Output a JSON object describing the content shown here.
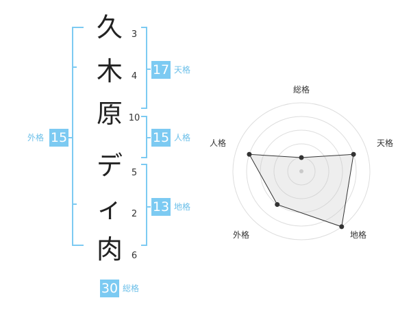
{
  "name_chars": [
    {
      "char": "久",
      "strokes": "3"
    },
    {
      "char": "木",
      "strokes": "4"
    },
    {
      "char": "原",
      "strokes": "10"
    },
    {
      "char": "デ",
      "strokes": "5"
    },
    {
      "char": "ィ",
      "strokes": "2"
    },
    {
      "char": "肉",
      "strokes": "6"
    }
  ],
  "kakusu": {
    "tenkaku": {
      "value": "17",
      "label": "天格"
    },
    "jinkaku": {
      "value": "15",
      "label": "人格"
    },
    "chikaku": {
      "value": "13",
      "label": "地格"
    },
    "gaikaku": {
      "value": "15",
      "label": "外格"
    },
    "soukaku": {
      "value": "30",
      "label": "総格"
    }
  },
  "colors": {
    "accent": "#7ccaf2",
    "label": "#6bbfe9",
    "bracket": "#7ccaf2"
  },
  "chart_data": {
    "type": "radar",
    "axes": [
      "総格",
      "天格",
      "地格",
      "外格",
      "人格"
    ],
    "values": [
      1,
      4,
      5,
      3,
      4
    ],
    "max": 5,
    "rings": 5
  }
}
